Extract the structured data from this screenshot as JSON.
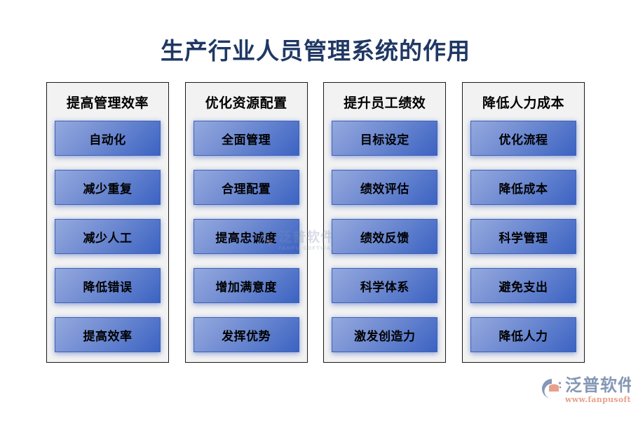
{
  "slide": {
    "title": "生产行业人员管理系统的作用",
    "title_color": "#1F3864",
    "background_color": "#FFFFFF"
  },
  "columns": [
    {
      "header": "提高管理效率",
      "items": [
        "自动化",
        "减少重复",
        "减少人工",
        "降低错误",
        "提高效率"
      ]
    },
    {
      "header": "优化资源配置",
      "items": [
        "全面管理",
        "合理配置",
        "提高忠诚度",
        "增加满意度",
        "发挥优势"
      ]
    },
    {
      "header": "提升员工绩效",
      "items": [
        "目标设定",
        "绩效评估",
        "绩效反馈",
        "科学体系",
        "激发创造力"
      ]
    },
    {
      "header": "降低人力成本",
      "items": [
        "优化流程",
        "降低成本",
        "科学管理",
        "避免支出",
        "降低人力"
      ]
    }
  ],
  "watermark": {
    "cn": "泛普软件",
    "en": "FANPU SOFTWARE",
    "icon": "fanpu-logo-icon"
  },
  "logo": {
    "cn": "泛普软件",
    "url": "www.fanpusoft.com",
    "icon": "fanpu-logo-icon",
    "text_color": "#8497B5",
    "url_color": "#E8A08A"
  },
  "style": {
    "box_gradient_start": "#93A9DE",
    "box_gradient_end": "#3C63C3",
    "box_border": "#3F62B5",
    "panel_background": "#F2F2F2",
    "panel_border": "#1A1A1A",
    "item_text_color": "#000000",
    "header_text_color": "#000000"
  }
}
